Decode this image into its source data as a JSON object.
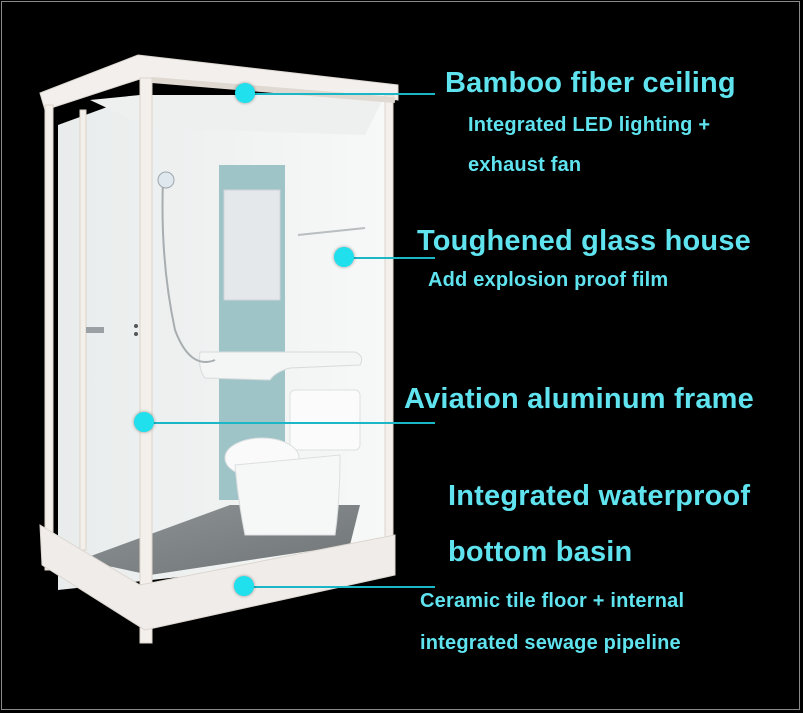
{
  "image": {
    "subject": "integrated prefabricated shower / bathroom cabin",
    "background_color": "#000000",
    "accent_color": "#5fe3ef",
    "callout_dot_color": "#1fe0ec"
  },
  "callouts": [
    {
      "title": "Bamboo fiber ceiling",
      "details": [
        "Integrated LED lighting +",
        "exhaust fan"
      ]
    },
    {
      "title": "Toughened glass house",
      "details": [
        "Add explosion proof film"
      ]
    },
    {
      "title": "Aviation aluminum frame",
      "details": []
    },
    {
      "title_lines": [
        "Integrated waterproof",
        "bottom basin"
      ],
      "details": [
        "Ceramic tile floor + internal",
        "integrated sewage pipeline"
      ]
    }
  ]
}
